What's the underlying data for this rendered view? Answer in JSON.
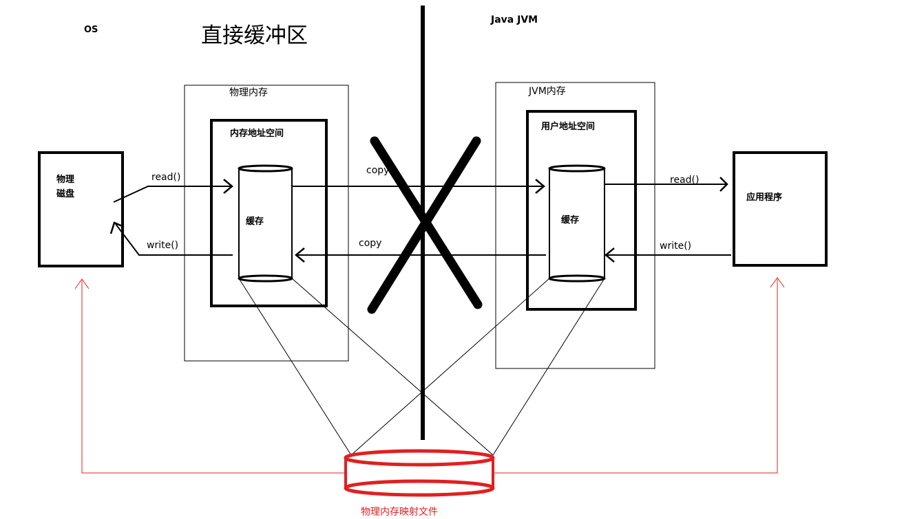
{
  "labels": {
    "os": "OS",
    "jvm": "Java JVM",
    "title": "直接缓冲区",
    "physical_memory": "物理内存",
    "jvm_memory": "JVM内存",
    "memory_address_space": "内存地址空间",
    "user_address_space": "用户地址空间",
    "disk_line1": "物理",
    "disk_line2": "磁盘",
    "application": "应用程序",
    "cache_left": "缓存",
    "cache_right": "缓存",
    "read_left": "read()",
    "write_left": "write()",
    "copy_top": "copy",
    "copy_bottom": "copy",
    "read_right": "read()",
    "write_right": "write()",
    "mapped_file": "物理内存映射文件"
  },
  "colors": {
    "ink": "#000000",
    "highlight": "#e02020"
  }
}
